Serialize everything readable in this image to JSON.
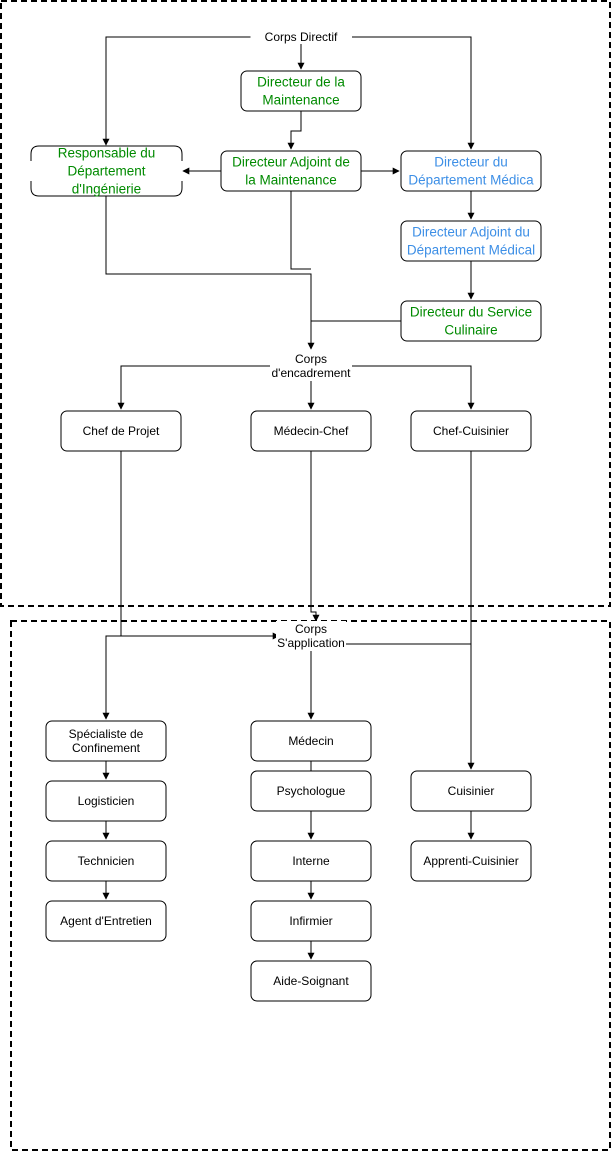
{
  "colors": {
    "green": "#008a00",
    "blue": "#3d8fe6",
    "black": "#000000"
  },
  "headers": {
    "directif": "Corps Directif",
    "encadrement": [
      "Corps",
      "d'encadrement"
    ],
    "application": [
      "Corps",
      "S'application"
    ]
  },
  "nodes": {
    "dir_maintenance": [
      "Directeur de la",
      "Maintenance"
    ],
    "dir_adj_maintenance": [
      "Directeur Adjoint de",
      "la Maintenance"
    ],
    "resp_ingenierie": [
      "Responsable du",
      "Département",
      "d'Ingénierie"
    ],
    "dir_medical": [
      "Directeur du",
      "Département Médica"
    ],
    "dir_adj_medical": [
      "Directeur Adjoint du",
      "Département Médical"
    ],
    "dir_culinaire": [
      "Directeur du Service",
      "Culinaire"
    ],
    "chef_projet": [
      "Chef de Projet"
    ],
    "medecin_chef": [
      "Médecin-Chef"
    ],
    "chef_cuisinier": [
      "Chef-Cuisinier"
    ],
    "specialiste": [
      "Spécialiste de",
      "Confinement"
    ],
    "logisticien": [
      "Logisticien"
    ],
    "technicien": [
      "Technicien"
    ],
    "agent": [
      "Agent d'Entretien"
    ],
    "medecin": [
      "Médecin"
    ],
    "psychologue": [
      "Psychologue"
    ],
    "interne": [
      "Interne"
    ],
    "infirmier": [
      "Infirmier"
    ],
    "aide_soignant": [
      "Aide-Soignant"
    ],
    "cuisinier": [
      "Cuisinier"
    ],
    "apprenti": [
      "Apprenti-Cuisinier"
    ]
  }
}
